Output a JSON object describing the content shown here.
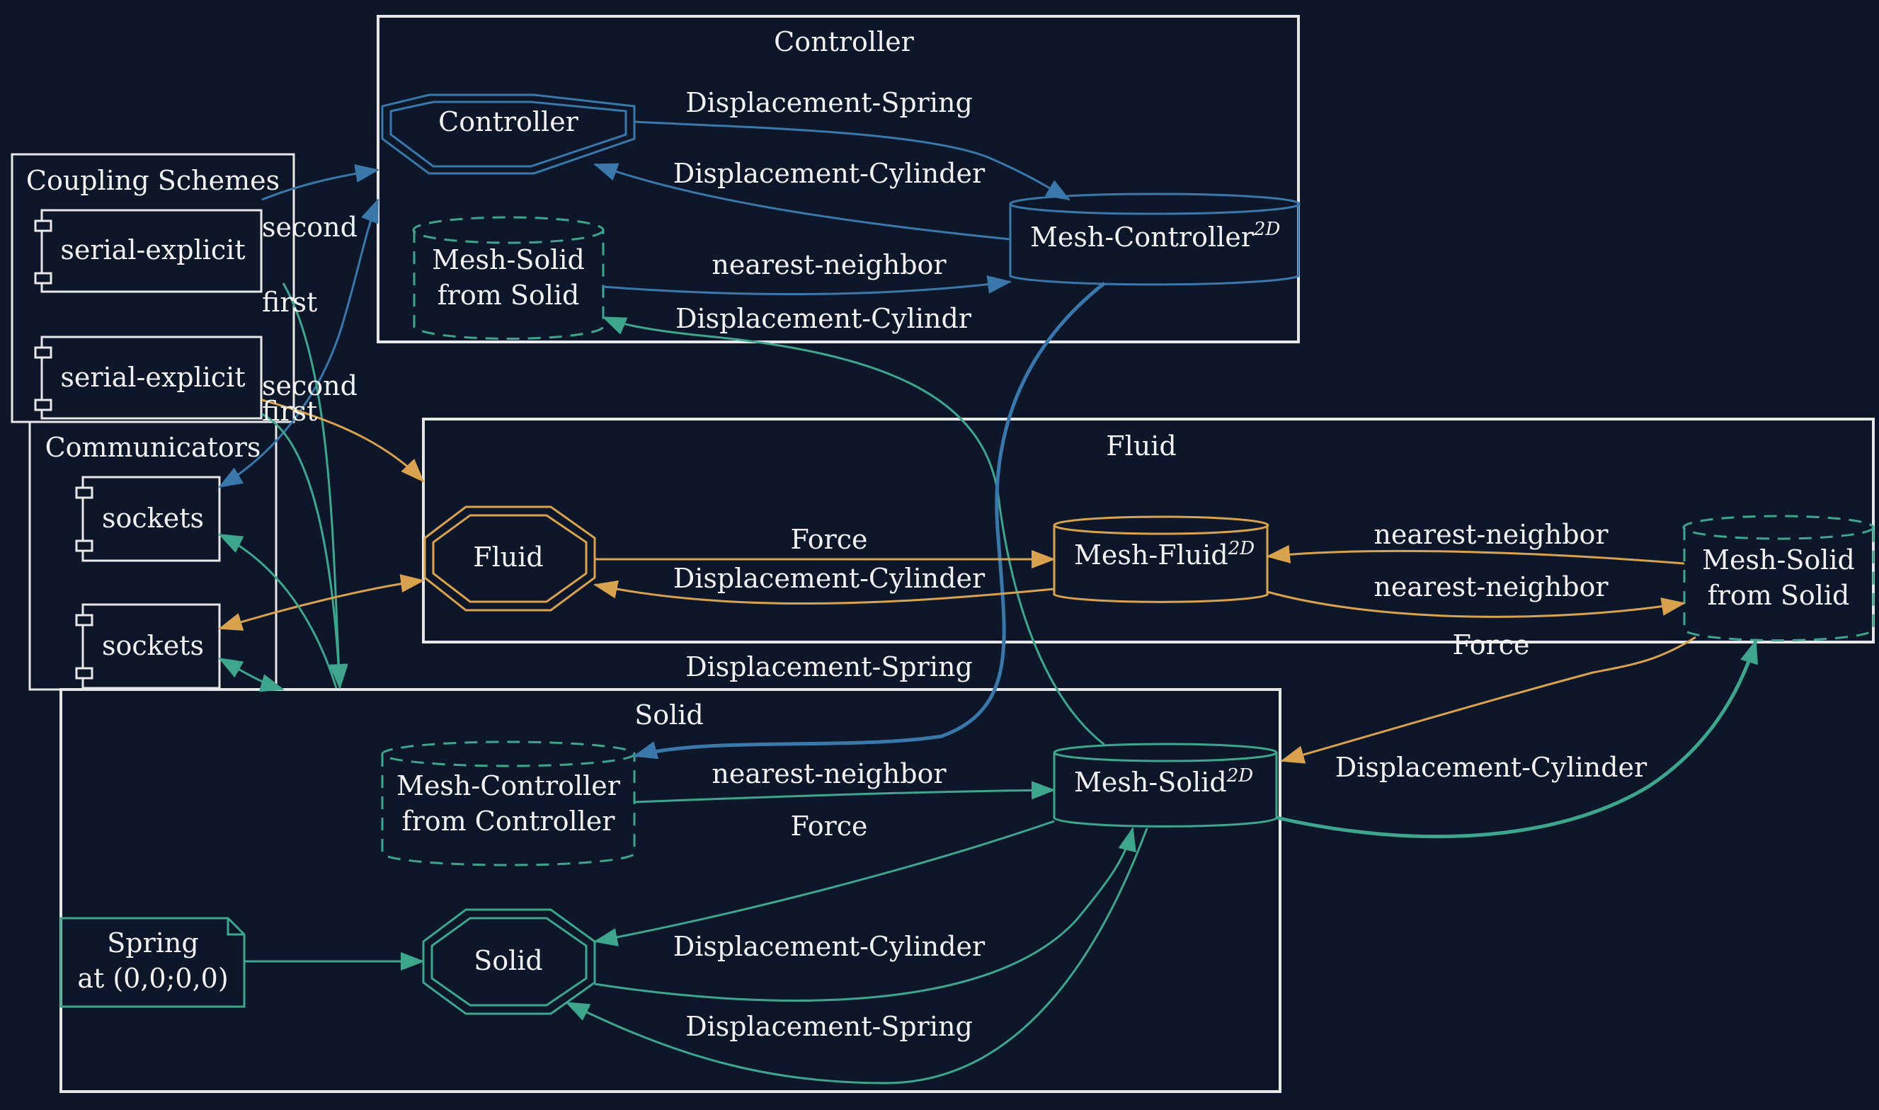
{
  "colors": {
    "background": "#0e1729",
    "cluster_border": "#e8e8e8",
    "controller_blue": "#3a78ab",
    "fluid_orange": "#d9a24e",
    "solid_green": "#3fa68e",
    "text": "#f2f2f2"
  },
  "clusters": {
    "coupling": "Coupling Schemes",
    "communicators": "Communicators",
    "controller": "Controller",
    "fluid": "Fluid",
    "solid": "Solid"
  },
  "nodes": {
    "serial_explicit_1": "serial-explicit",
    "serial_explicit_2": "serial-explicit",
    "sockets_1": "sockets",
    "sockets_2": "sockets",
    "controller": "Controller",
    "mesh_solid_from_solid_ctrl": [
      "Mesh-Solid",
      "from Solid"
    ],
    "mesh_controller": "Mesh-Controller",
    "mesh_controller_sup": "2D",
    "fluid": "Fluid",
    "mesh_fluid": "Mesh-Fluid",
    "mesh_fluid_sup": "2D",
    "mesh_solid_from_solid_fluid": [
      "Mesh-Solid",
      "from Solid"
    ],
    "mesh_controller_from_controller": [
      "Mesh-Controller",
      "from Controller"
    ],
    "mesh_solid": "Mesh-Solid",
    "mesh_solid_sup": "2D",
    "spring": [
      "Spring",
      "at (0,0;0,0)"
    ],
    "solid": "Solid"
  },
  "edge_labels": {
    "disp_spring_top": "Displacement-Spring",
    "disp_cyl_top": "Displacement-Cylinder",
    "nn_ctrl": "nearest-neighbor",
    "disp_cylindr": "Displacement-Cylindr",
    "force_fluid": "Force",
    "disp_cyl_fluid": "Displacement-Cylinder",
    "nn_fluid_1": "nearest-neighbor",
    "nn_fluid_2": "nearest-neighbor",
    "force_right": "Force",
    "disp_spring_mid": "Displacement-Spring",
    "nn_solid": "nearest-neighbor",
    "force_solid": "Force",
    "disp_cyl_right": "Displacement-Cylinder",
    "disp_cyl_solid": "Displacement-Cylinder",
    "disp_spring_solid": "Displacement-Spring",
    "second_1": "second",
    "first_1": "first",
    "second_2": "second",
    "first_2": "first"
  }
}
